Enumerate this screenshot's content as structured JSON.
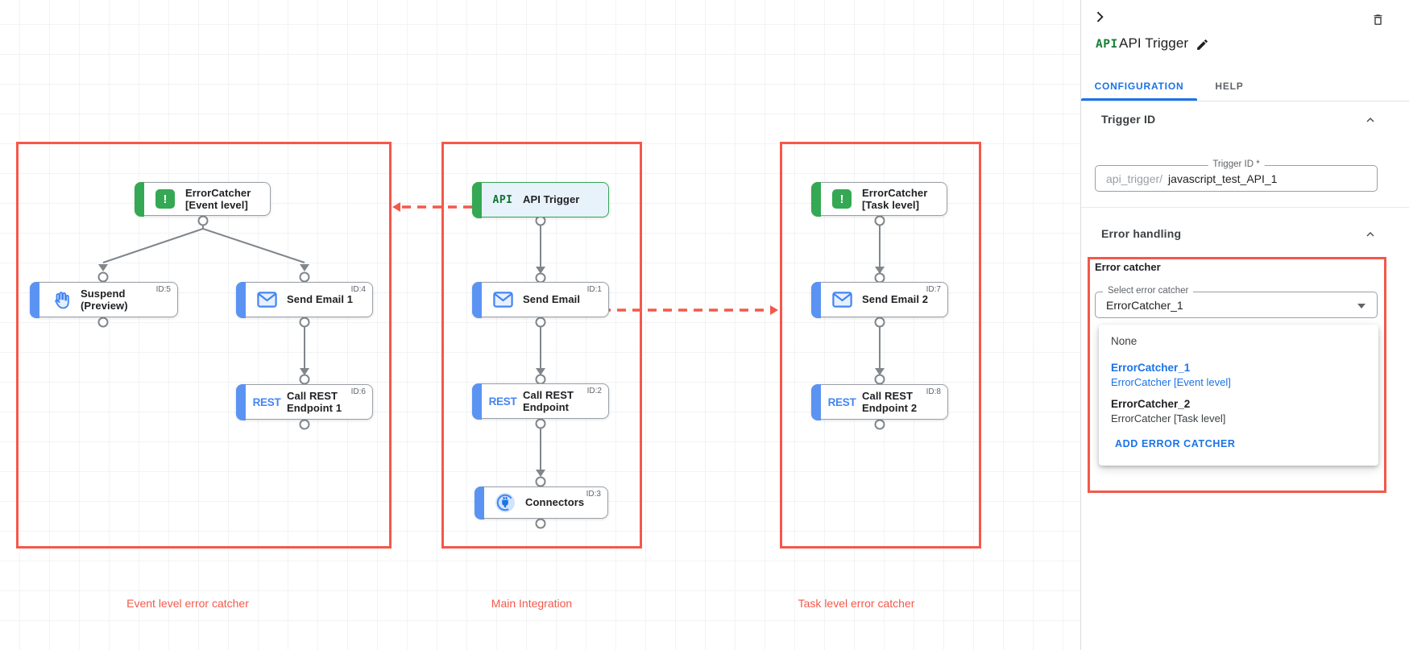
{
  "canvas": {
    "groups": [
      {
        "key": "event",
        "label": "Event level error catcher"
      },
      {
        "key": "main",
        "label": "Main Integration"
      },
      {
        "key": "task",
        "label": "Task level error catcher"
      }
    ],
    "nodes": [
      {
        "key": "ec-event",
        "group": "event",
        "icon": "error-catcher-icon",
        "lines": [
          "ErrorCatcher",
          "[Event level]"
        ],
        "id": ""
      },
      {
        "key": "suspend",
        "group": "event",
        "icon": "suspend-hand-icon",
        "lines": [
          "Suspend",
          "(Preview)"
        ],
        "id": "ID:5"
      },
      {
        "key": "send-email-1",
        "group": "event",
        "icon": "email-icon",
        "lines": [
          "Send Email 1"
        ],
        "id": "ID:4"
      },
      {
        "key": "call-rest-1",
        "group": "event",
        "icon": "rest-icon",
        "lines": [
          "Call REST",
          "Endpoint 1"
        ],
        "id": "ID:6"
      },
      {
        "key": "api-trigger",
        "group": "main",
        "icon": "api-icon",
        "lines": [
          "API Trigger"
        ],
        "id": ""
      },
      {
        "key": "send-email",
        "group": "main",
        "icon": "email-icon",
        "lines": [
          "Send Email"
        ],
        "id": "ID:1"
      },
      {
        "key": "call-rest",
        "group": "main",
        "icon": "rest-icon",
        "lines": [
          "Call REST",
          "Endpoint"
        ],
        "id": "ID:2"
      },
      {
        "key": "connectors",
        "group": "main",
        "icon": "connectors-icon",
        "lines": [
          "Connectors"
        ],
        "id": "ID:3"
      },
      {
        "key": "ec-task",
        "group": "task",
        "icon": "error-catcher-icon",
        "lines": [
          "ErrorCatcher",
          "[Task level]"
        ],
        "id": ""
      },
      {
        "key": "send-email-2",
        "group": "task",
        "icon": "email-icon",
        "lines": [
          "Send Email 2"
        ],
        "id": "ID:7"
      },
      {
        "key": "call-rest-2",
        "group": "task",
        "icon": "rest-icon",
        "lines": [
          "Call REST",
          "Endpoint 2"
        ],
        "id": "ID:8"
      }
    ],
    "icon_text": {
      "error-catcher-icon": "!",
      "rest-icon": "REST",
      "api-icon": "API"
    },
    "colors": {
      "annotation_red": "#f4584a",
      "task_blue": "#5b93f3",
      "trigger_green": "#34a853",
      "link_blue": "#1a73e8"
    }
  },
  "panel": {
    "title": "API Trigger",
    "title_badge": "API",
    "tabs": [
      {
        "label": "CONFIGURATION"
      },
      {
        "label": "HELP"
      }
    ],
    "trigger_id": {
      "heading": "Trigger ID",
      "field_label": "Trigger ID *",
      "prefix": "api_trigger/",
      "value": "javascript_test_API_1"
    },
    "error_handling": {
      "heading": "Error handling",
      "group_label": "Error catcher",
      "select_label": "Select error catcher",
      "select_value": "ErrorCatcher_1",
      "menu": {
        "options": [
          {
            "name": "None",
            "sub": "",
            "style": "plain-light"
          },
          {
            "name": "ErrorCatcher_1",
            "sub": "ErrorCatcher [Event level]",
            "style": "link"
          },
          {
            "name": "ErrorCatcher_2",
            "sub": "ErrorCatcher [Task level]",
            "style": "plain"
          }
        ],
        "action_label": "ADD ERROR CATCHER"
      }
    }
  }
}
